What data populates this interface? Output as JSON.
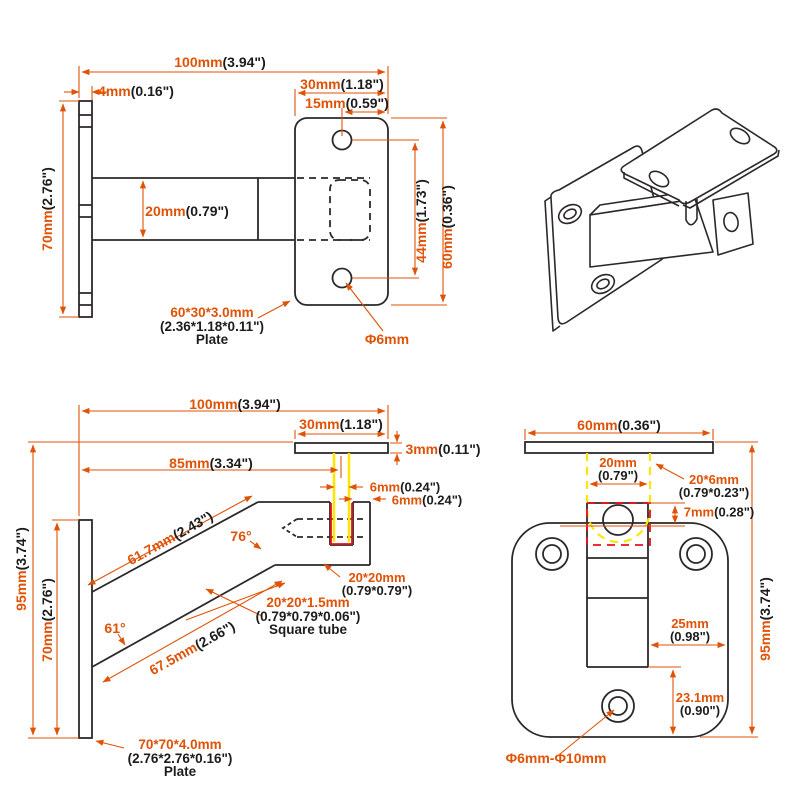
{
  "document": {
    "kind": "technical-dimension-drawing",
    "part": "handrail wall bracket"
  },
  "colors": {
    "dimension_accent": "#e05206",
    "part_line": "#2b2828",
    "text_black": "#1c1c1c",
    "highlight_yellow": "#ffe408",
    "highlight_red": "#e8101c",
    "background": "#ffffff"
  },
  "views": {
    "top_left": {
      "dim_100": {
        "v": "100mm",
        "b": "(3.94\")"
      },
      "dim_4": {
        "v": "4mm",
        "b": "(0.16\")"
      },
      "dim_30": {
        "v": "30mm",
        "b": "(1.18\")"
      },
      "dim_15": {
        "v": "15mm",
        "b": "(0.59\")"
      },
      "dim_70": {
        "v": "70mm",
        "b": "(2.76\")"
      },
      "dim_20": {
        "v": "20mm",
        "b": "(0.79\")"
      },
      "dim_44": {
        "v": "44mm",
        "b": "(1.73\")"
      },
      "dim_60": {
        "v": "60mm",
        "b": "(0.36\")"
      },
      "plate_spec": {
        "v": "60*30*3.0mm",
        "b": "(2.36*1.18*0.11\")",
        "label": "Plate"
      },
      "hole": {
        "v": "Φ6mm"
      }
    },
    "bottom_left": {
      "dim_100": {
        "v": "100mm",
        "b": "(3.94\")"
      },
      "dim_30": {
        "v": "30mm",
        "b": "(1.18\")"
      },
      "dim_3": {
        "v": "3mm",
        "b": "(0.11\")"
      },
      "dim_85": {
        "v": "85mm",
        "b": "(3.34\")"
      },
      "dim_6a": {
        "v": "6mm",
        "b": "(0.24\")"
      },
      "dim_6b": {
        "v": "6mm",
        "b": "(0.24\")"
      },
      "dim_61_7": {
        "v": "61.7mm",
        "b": "(2.43\")"
      },
      "dim_67_5": {
        "v": "67.5mm",
        "b": "(2.66\")"
      },
      "angle_76": {
        "v": "76°"
      },
      "angle_61": {
        "v": "61°"
      },
      "dim_95": {
        "v": "95mm",
        "b": "(3.74\")"
      },
      "dim_70": {
        "v": "70mm",
        "b": "(2.76\")"
      },
      "tube_20": {
        "v": "20*20mm",
        "b": "(0.79*0.79\")"
      },
      "tube_spec": {
        "v": "20*20*1.5mm",
        "b": "(0.79*0.79*0.06\")",
        "label": "Square tube"
      },
      "plate_spec": {
        "v": "70*70*4.0mm",
        "b": "(2.76*2.76*0.16\")",
        "label": "Plate"
      }
    },
    "bottom_right": {
      "dim_60": {
        "v": "60mm",
        "b": "(0.36\")"
      },
      "dim_20": {
        "v": "20mm",
        "b": "(0.79\")"
      },
      "slot": {
        "v": "20*6mm",
        "b": "(0.79*0.23\")"
      },
      "dim_7": {
        "v": "7mm",
        "b": "(0.28\")"
      },
      "dim_25": {
        "v": "25mm",
        "b": "(0.98\")"
      },
      "dim_23_1": {
        "v": "23.1mm",
        "b": "(0.90\")"
      },
      "dim_95": {
        "v": "95mm",
        "b": "(3.74\")"
      },
      "holes": {
        "v": "Φ6mm-Φ10mm"
      }
    }
  }
}
